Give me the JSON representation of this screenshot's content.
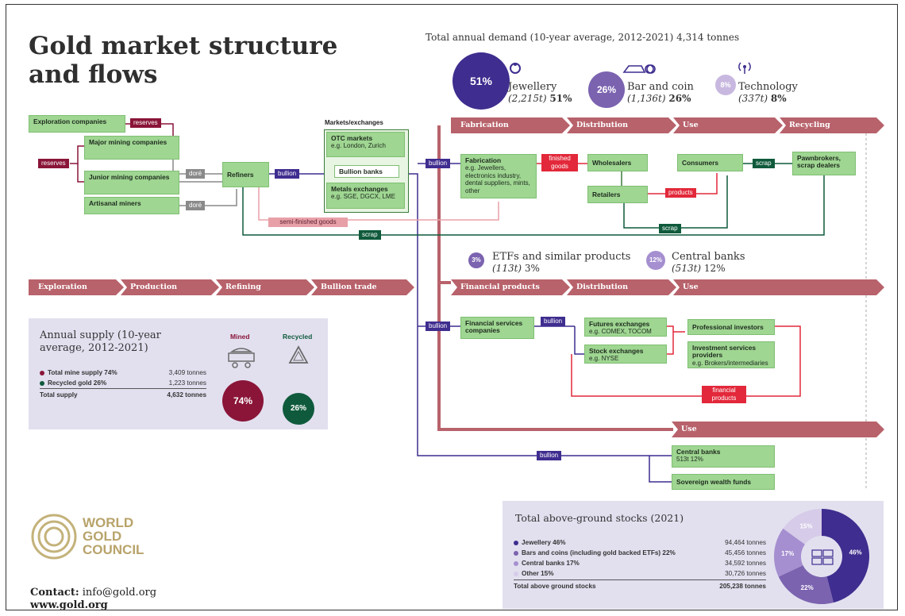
{
  "title_line1": "Gold market structure",
  "title_line2": "and flows",
  "demand_heading": "Total annual demand (10-year average, 2012-2021) 4,314 tonnes",
  "demand": [
    {
      "pct_circle": "51%",
      "name": "Jewellery",
      "tonnes": "(2,215t)",
      "pct": "51%",
      "icon": "ring-icon",
      "color": "#3f2d8f"
    },
    {
      "pct_circle": "26%",
      "name": "Bar and coin",
      "tonnes": "(1,136t)",
      "pct": "26%",
      "icon": "bar-coin-icon",
      "color": "#7b63b0"
    },
    {
      "pct_circle": "8%",
      "name": "Technology",
      "tonnes": "(337t)",
      "pct": "8%",
      "icon": "signal-icon",
      "color": "#c8b8e0"
    }
  ],
  "supply_chain": {
    "exploration_companies": "Exploration companies",
    "major_mining": "Major mining companies",
    "junior_mining": "Junior mining companies",
    "artisanal": "Artisanal miners",
    "refiners": "Refiners",
    "reserves": "reserves",
    "dore": "doré",
    "bullion": "bullion",
    "scrap": "scrap",
    "semi_finished": "semi-finished goods",
    "markets_heading": "Markets/exchanges",
    "otc_title": "OTC markets",
    "otc_sub": "e.g. London, Zurich",
    "bullion_banks": "Bullion banks",
    "metals_title": "Metals exchanges",
    "metals_sub": "e.g. SGE, DGCX, LME"
  },
  "fabrication_row": {
    "chevrons": [
      "Fabrication",
      "Distribution",
      "Use",
      "Recycling"
    ],
    "fab_title": "Fabrication",
    "fab_sub": "e.g. Jewellers, electronics industry, dental suppliers, mints, other",
    "finished_goods": "finished goods",
    "wholesalers": "Wholesalers",
    "retailers": "Retailers",
    "products": "products",
    "consumers": "Consumers",
    "pawnbrokers": "Pawnbrokers, scrap dealers"
  },
  "etf": {
    "pct": "3%",
    "name": "ETFs and similar products",
    "tonnes": "(113t)",
    "value": "3%"
  },
  "cb": {
    "pct": "12%",
    "name": "Central banks",
    "tonnes": "(513t)",
    "value": "12%"
  },
  "main_chevrons": [
    "Exploration",
    "Production",
    "Refining",
    "Bullion trade",
    "Financial products",
    "Distribution",
    "Use"
  ],
  "financial": {
    "services": "Financial services companies",
    "futures_title": "Futures exchanges",
    "futures_sub": "e.g. COMEX, TOCOM",
    "stock_title": "Stock exchanges",
    "stock_sub": "e.g. NYSE",
    "professional": "Professional investors",
    "investment_title": "Investment services providers",
    "investment_sub": "e.g. Brokers/intermediaries",
    "financial_products": "financial products"
  },
  "use_chevron": "Use",
  "central_banks_box_title": "Central banks",
  "central_banks_box_sub": "513t 12%",
  "sovereign": "Sovereign wealth funds",
  "supply": {
    "heading": "Annual supply (10-year average, 2012-2021)",
    "mined_label": "Mined",
    "recycled_label": "Recycled",
    "mined_pct": "74%",
    "recycled_pct": "26%",
    "rows": [
      {
        "label": "Total mine supply 74%",
        "value": "3,409 tonnes",
        "color": "#8a1538"
      },
      {
        "label": "Recycled gold 26%",
        "value": "1,223 tonnes",
        "color": "#0f5a3c"
      }
    ],
    "total_label": "Total supply",
    "total_value": "4,632 tonnes"
  },
  "logo": {
    "line1": "WORLD",
    "line2": "GOLD",
    "line3": "COUNCIL"
  },
  "contact_label": "Contact:",
  "contact_email": "info@gold.org",
  "website": "www.gold.org",
  "stocks": {
    "heading": "Total above-ground stocks (2021)",
    "rows": [
      {
        "label": "Jewellery 46%",
        "value": "94,464 tonnes",
        "color": "#3f2d8f"
      },
      {
        "label": "Bars and coins (including gold backed ETFs) 22%",
        "value": "45,456 tonnes",
        "color": "#7b63b0"
      },
      {
        "label": "Central banks 17%",
        "value": "34,592 tonnes",
        "color": "#a58fd0"
      },
      {
        "label": "Other 15%",
        "value": "30,726 tonnes",
        "color": "#d6cbe8"
      }
    ],
    "total_label": "Total above ground stocks",
    "total_value": "205,238 tonnes"
  },
  "chart_data": {
    "type": "pie",
    "categories": [
      "Jewellery",
      "Bars and coins",
      "Central banks",
      "Other"
    ],
    "values": [
      46,
      22,
      17,
      15
    ],
    "labels": [
      "46%",
      "22%",
      "17%",
      "15%"
    ],
    "colors": [
      "#3f2d8f",
      "#7b63b0",
      "#a58fd0",
      "#d6cbe8"
    ]
  }
}
